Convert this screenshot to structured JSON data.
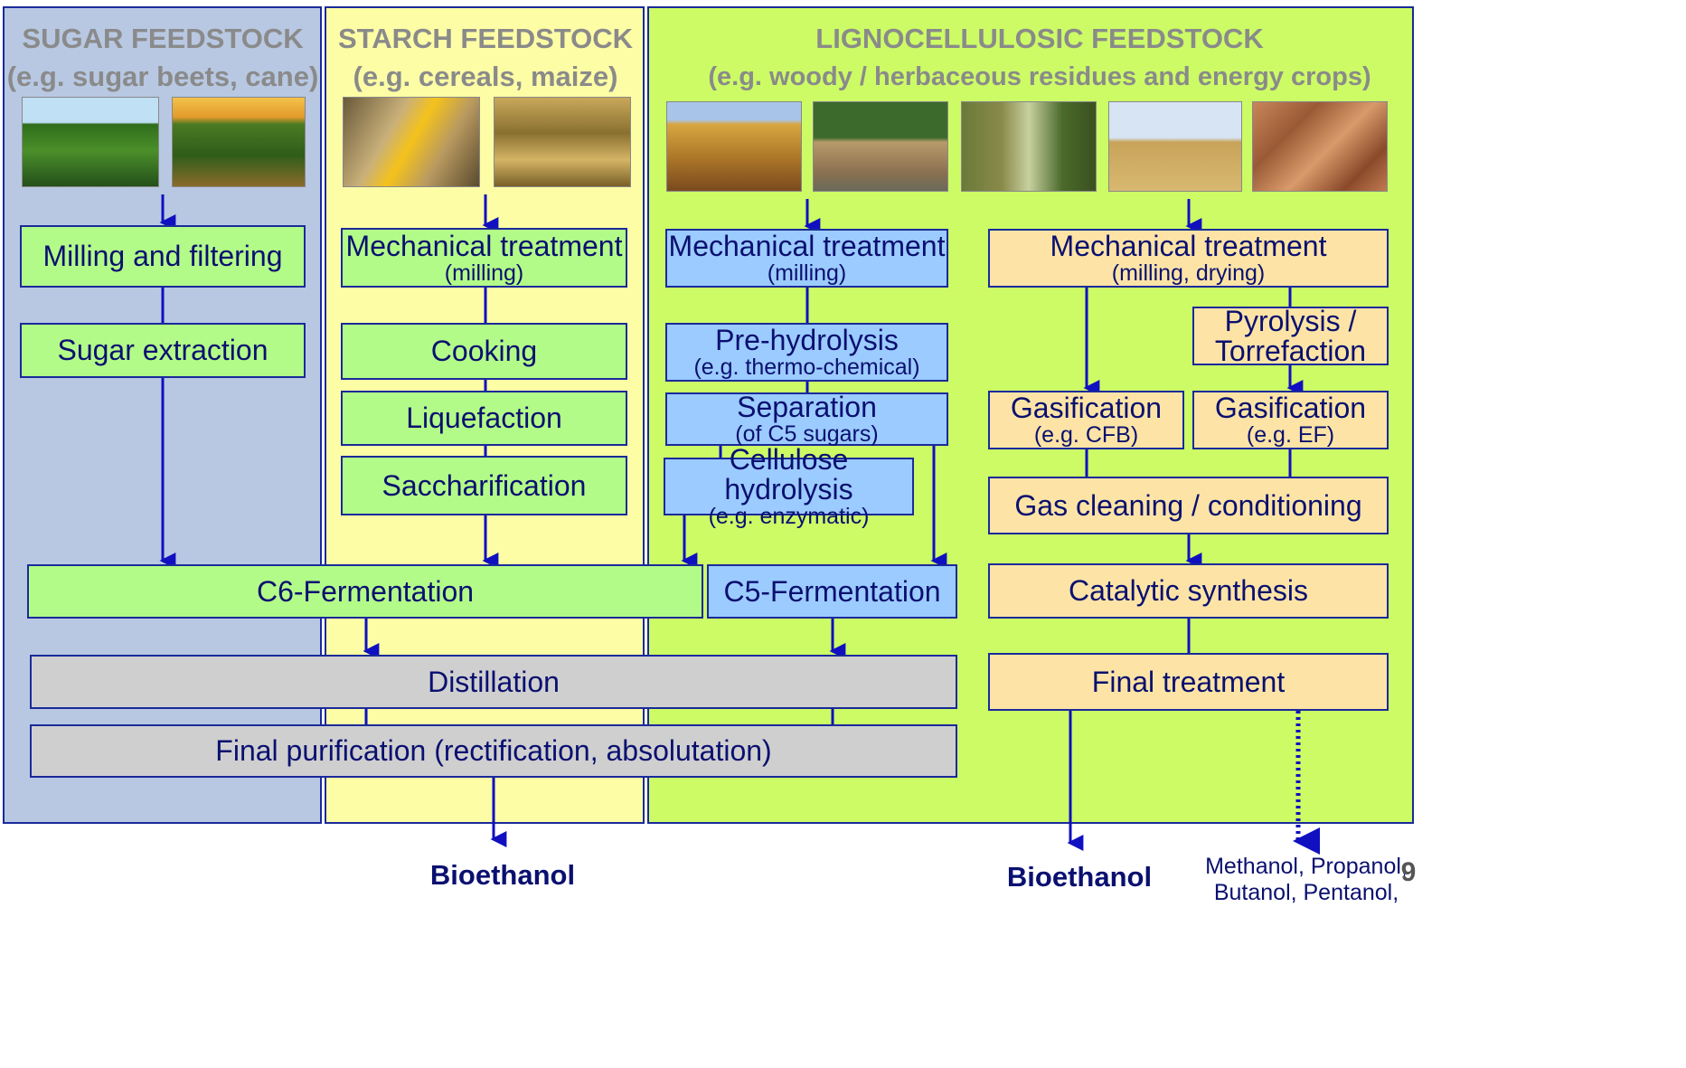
{
  "panels": {
    "sugar": {
      "title": "SUGAR FEEDSTOCK",
      "subtitle": "(e.g. sugar beets, cane)"
    },
    "starch": {
      "title": "STARCH FEEDSTOCK",
      "subtitle": "(e.g. cereals, maize)"
    },
    "ligno": {
      "title": "LIGNOCELLULOSIC FEEDSTOCK",
      "subtitle": "(e.g. woody / herbaceous residues and energy crops)"
    }
  },
  "sugar_steps": {
    "milling": "Milling and filtering",
    "extraction": "Sugar extraction"
  },
  "starch_steps": {
    "mech": "Mechanical treatment",
    "mech_sub": "(milling)",
    "cooking": "Cooking",
    "liquefaction": "Liquefaction",
    "saccharification": "Saccharification"
  },
  "biochem_steps": {
    "mech": "Mechanical treatment",
    "mech_sub": "(milling)",
    "prehyd": "Pre-hydrolysis",
    "prehyd_sub": "(e.g. thermo-chemical)",
    "separation": "Separation",
    "separation_sub": "(of C5 sugars)",
    "cellulose": "Cellulose hydrolysis",
    "cellulose_sub": "(e.g. enzymatic)"
  },
  "thermo_steps": {
    "mech": "Mechanical treatment",
    "mech_sub": "(milling, drying)",
    "pyrolysis": "Pyrolysis /",
    "pyrolysis2": "Torrefaction",
    "gas_cfb": "Gasification",
    "gas_cfb_sub": "(e.g. CFB)",
    "gas_ef": "Gasification",
    "gas_ef_sub": "(e.g. EF)",
    "cleaning": "Gas cleaning / conditioning",
    "catalytic": "Catalytic synthesis",
    "final": "Final treatment"
  },
  "common_steps": {
    "c6": "C6-Fermentation",
    "c5": "C5-Fermentation",
    "distillation": "Distillation",
    "purification": "Final purification (rectification, absolutation)"
  },
  "outputs": {
    "bioethanol1": "Bioethanol",
    "bioethanol2": "Bioethanol",
    "alcohols1": "Methanol, Propanol,",
    "alcohols2": "Butanol, Pentanol,",
    "page_number": "9"
  },
  "colors": {
    "sugar_bg": "#b8c8e2",
    "starch_bg": "#fdfda6",
    "ligno_bg": "#ccfb66",
    "arrow": "#1010c0"
  },
  "images": [
    "sugar-beet-field-image",
    "cane-field-image",
    "maize-cob-image",
    "wheat-field-image",
    "straw-field-image",
    "log-pile-image",
    "harvester-image",
    "hay-bale-field-image",
    "wood-chips-image"
  ]
}
